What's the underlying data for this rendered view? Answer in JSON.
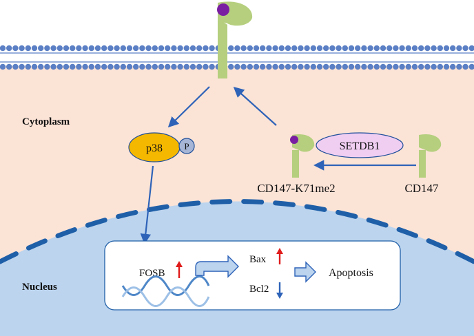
{
  "compartments": {
    "cytoplasm": "Cytoplasm",
    "nucleus": "Nucleus"
  },
  "proteins": {
    "p38": "p38",
    "phospho": "P",
    "setdb1": "SETDB1",
    "cd147_methylated": "CD147-K71me2",
    "cd147": "CD147"
  },
  "genes": {
    "fosb": "FOSB",
    "bax": "Bax",
    "bcl2": "Bcl2",
    "apoptosis": "Apoptosis"
  },
  "regulation": {
    "fosb": "up",
    "bax": "up",
    "bcl2": "down"
  },
  "colors": {
    "cytoplasm": "#fbe3d6",
    "nucleus": "#bcd4ee",
    "nuclear_envelope": "#1f5fa8",
    "membrane_head": "#5b7fc4",
    "receptor": "#b5cf7e",
    "methyl": "#7a1fa2",
    "p38": "#f5b800",
    "phospho": "#a7b6d6",
    "setdb1": "#f0cef2",
    "arrow": "#2e63b8",
    "up_arrow": "#e01b1b",
    "down_arrow": "#2e63b8",
    "dna_strand_a": "#4e87c8",
    "dna_strand_b": "#9dc0e6"
  }
}
